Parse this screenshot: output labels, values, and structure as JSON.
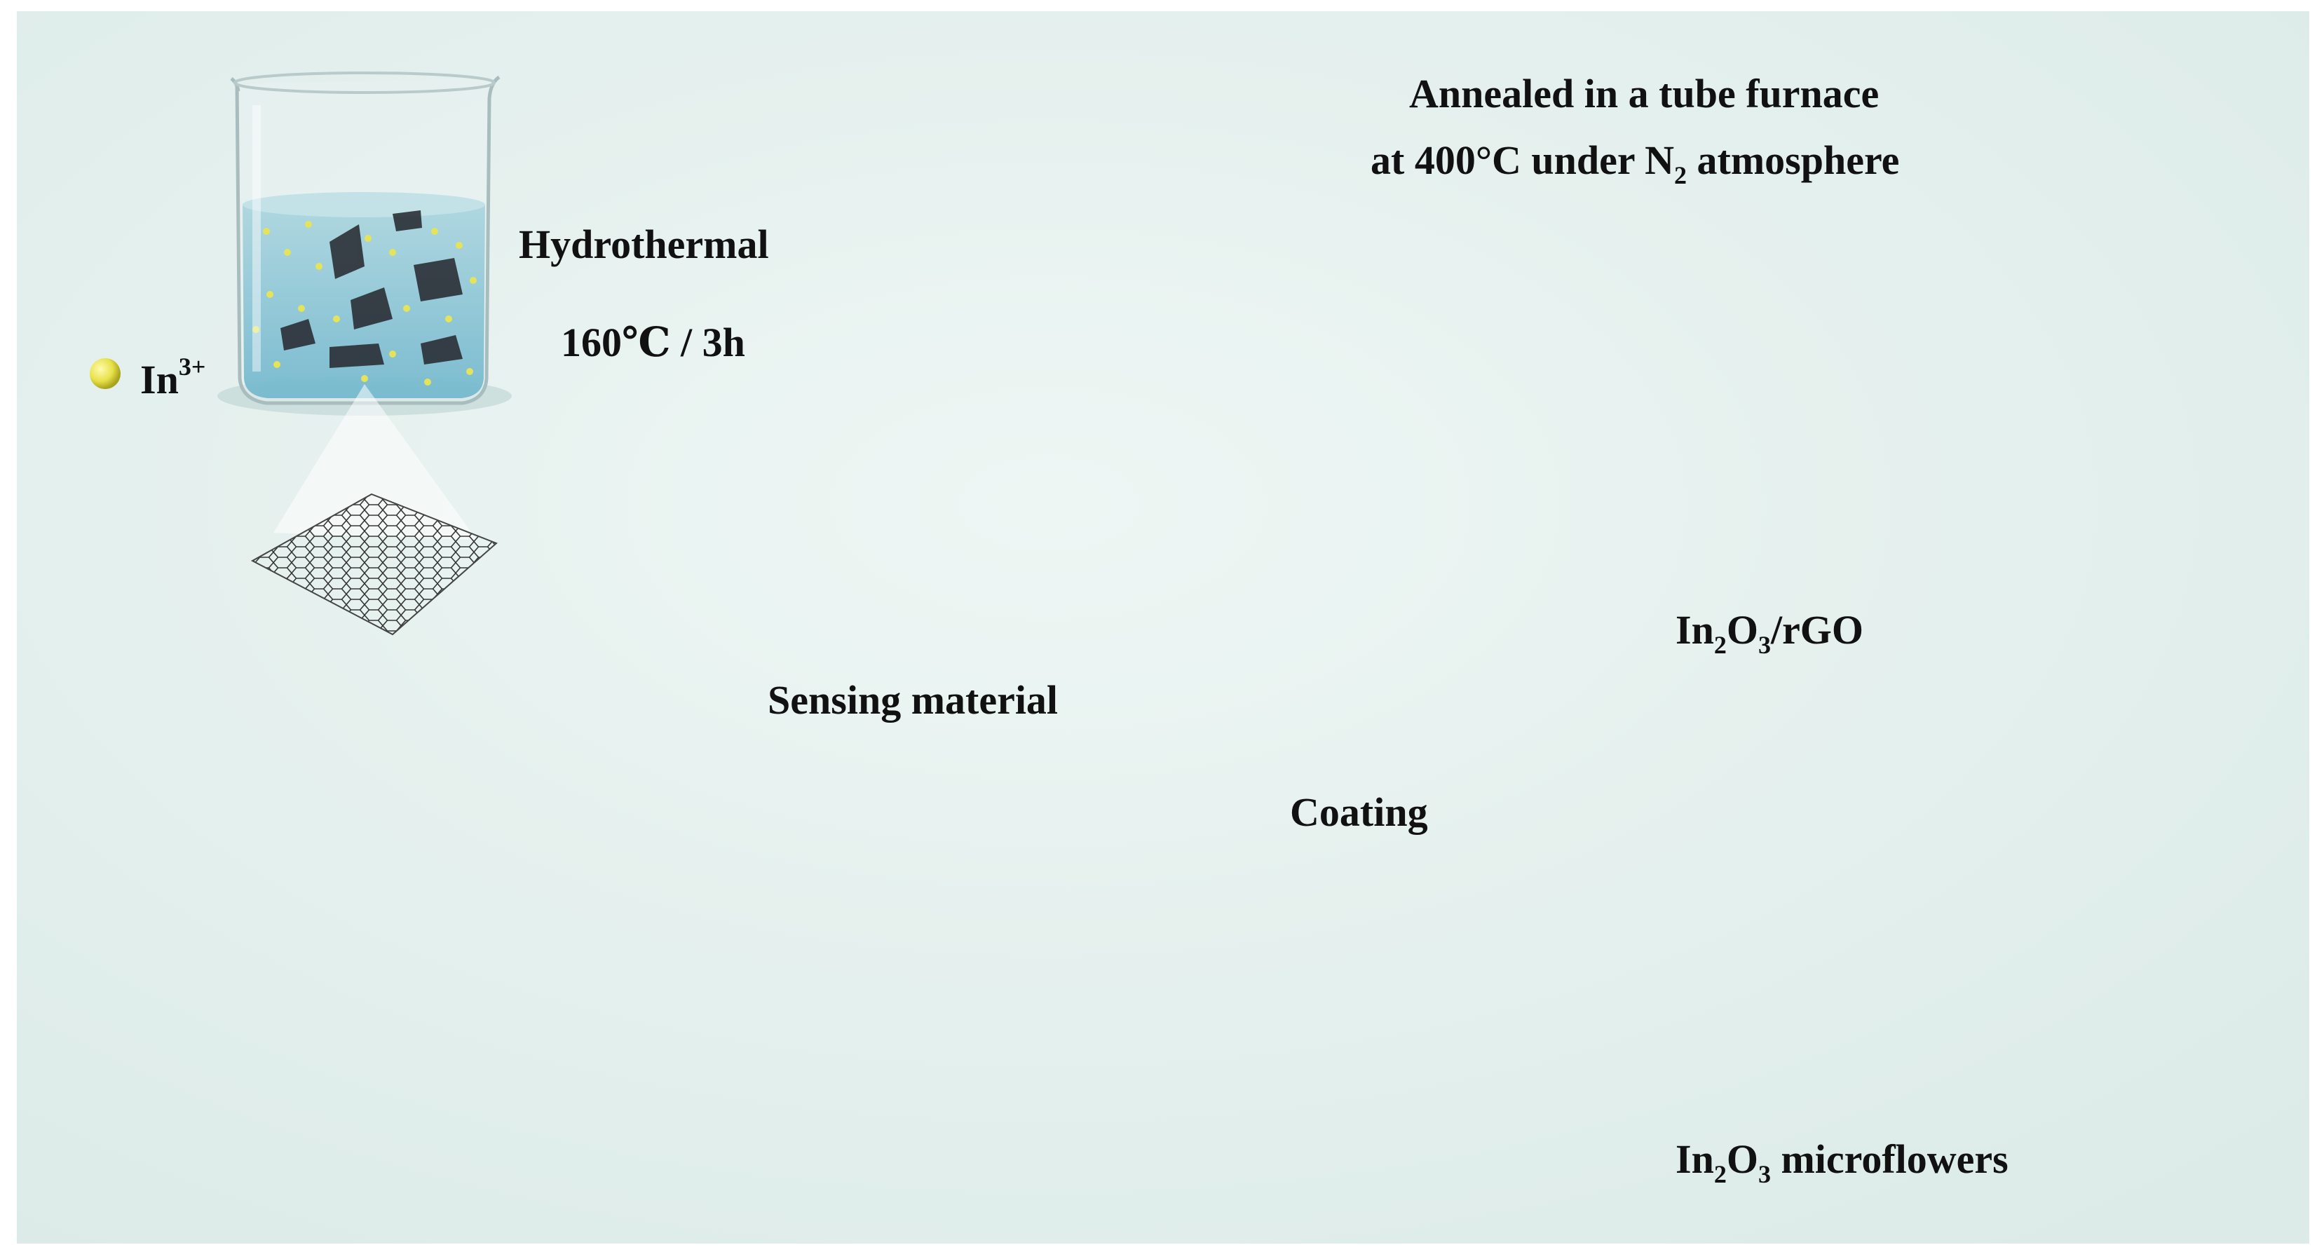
{
  "labels": {
    "ion": "In",
    "ion_sup": "3+",
    "hydrothermal": "Hydrothermal",
    "conditions": "160℃ / 3h",
    "anneal_line1": "Annealed in a tube furnace",
    "anneal_line2_a": "at 400°C  under N",
    "anneal_line2_sub": "2",
    "anneal_line2_b": " atmosphere",
    "composite_a": "In",
    "composite_sub1": "2",
    "composite_b": "O",
    "composite_sub2": "3",
    "composite_c": "/rGO",
    "coating": "Coating",
    "sensing": "Sensing material",
    "flowers_a": "In",
    "flowers_sub1": "2",
    "flowers_b": "O",
    "flowers_sub2": "3",
    "flowers_c": " microflowers"
  },
  "colors": {
    "background": "#e6f1ef",
    "arrow": "#7a7de6",
    "particle": "#e4e35a",
    "sheet": "#1c2740"
  },
  "icons": [
    "beaker-icon",
    "autoclave-icon",
    "tube-furnace-icon",
    "graphene-sheet-icon",
    "composite-sheet-icon",
    "microflower-icon",
    "sensor-device-icon"
  ]
}
